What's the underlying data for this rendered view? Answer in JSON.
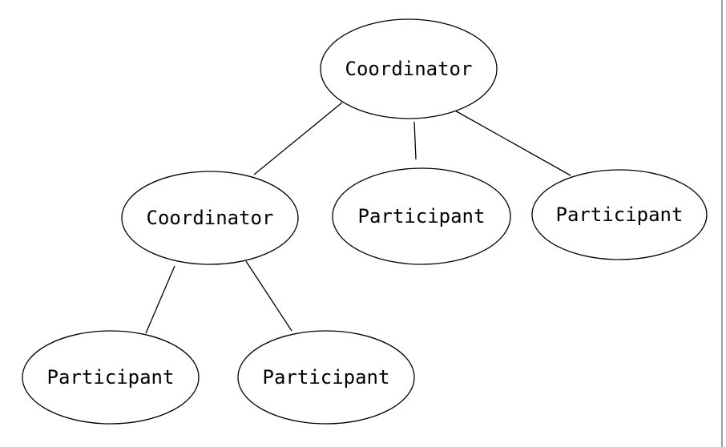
{
  "diagram": {
    "type": "tree",
    "nodes": [
      {
        "id": "coordinator-root",
        "label": "Coordinator",
        "shape": "ellipse"
      },
      {
        "id": "coordinator-left",
        "label": "Coordinator",
        "shape": "ellipse"
      },
      {
        "id": "participant-middle",
        "label": "Participant",
        "shape": "ellipse"
      },
      {
        "id": "participant-right",
        "label": "Participant",
        "shape": "ellipse"
      },
      {
        "id": "participant-bottom-left",
        "label": "Participant",
        "shape": "ellipse"
      },
      {
        "id": "participant-bottom-middle",
        "label": "Participant",
        "shape": "ellipse"
      }
    ],
    "edges": [
      {
        "from": "coordinator-root",
        "to": "coordinator-left"
      },
      {
        "from": "coordinator-root",
        "to": "participant-middle"
      },
      {
        "from": "coordinator-root",
        "to": "participant-right"
      },
      {
        "from": "coordinator-left",
        "to": "participant-bottom-left"
      },
      {
        "from": "coordinator-left",
        "to": "participant-bottom-middle"
      }
    ],
    "colors": {
      "background": "#ffffff",
      "node_fill": "#ffffff",
      "node_stroke": "#000000",
      "edge_stroke": "#000000",
      "text": "#000000",
      "right_border_line": "#9c9c9c"
    }
  }
}
